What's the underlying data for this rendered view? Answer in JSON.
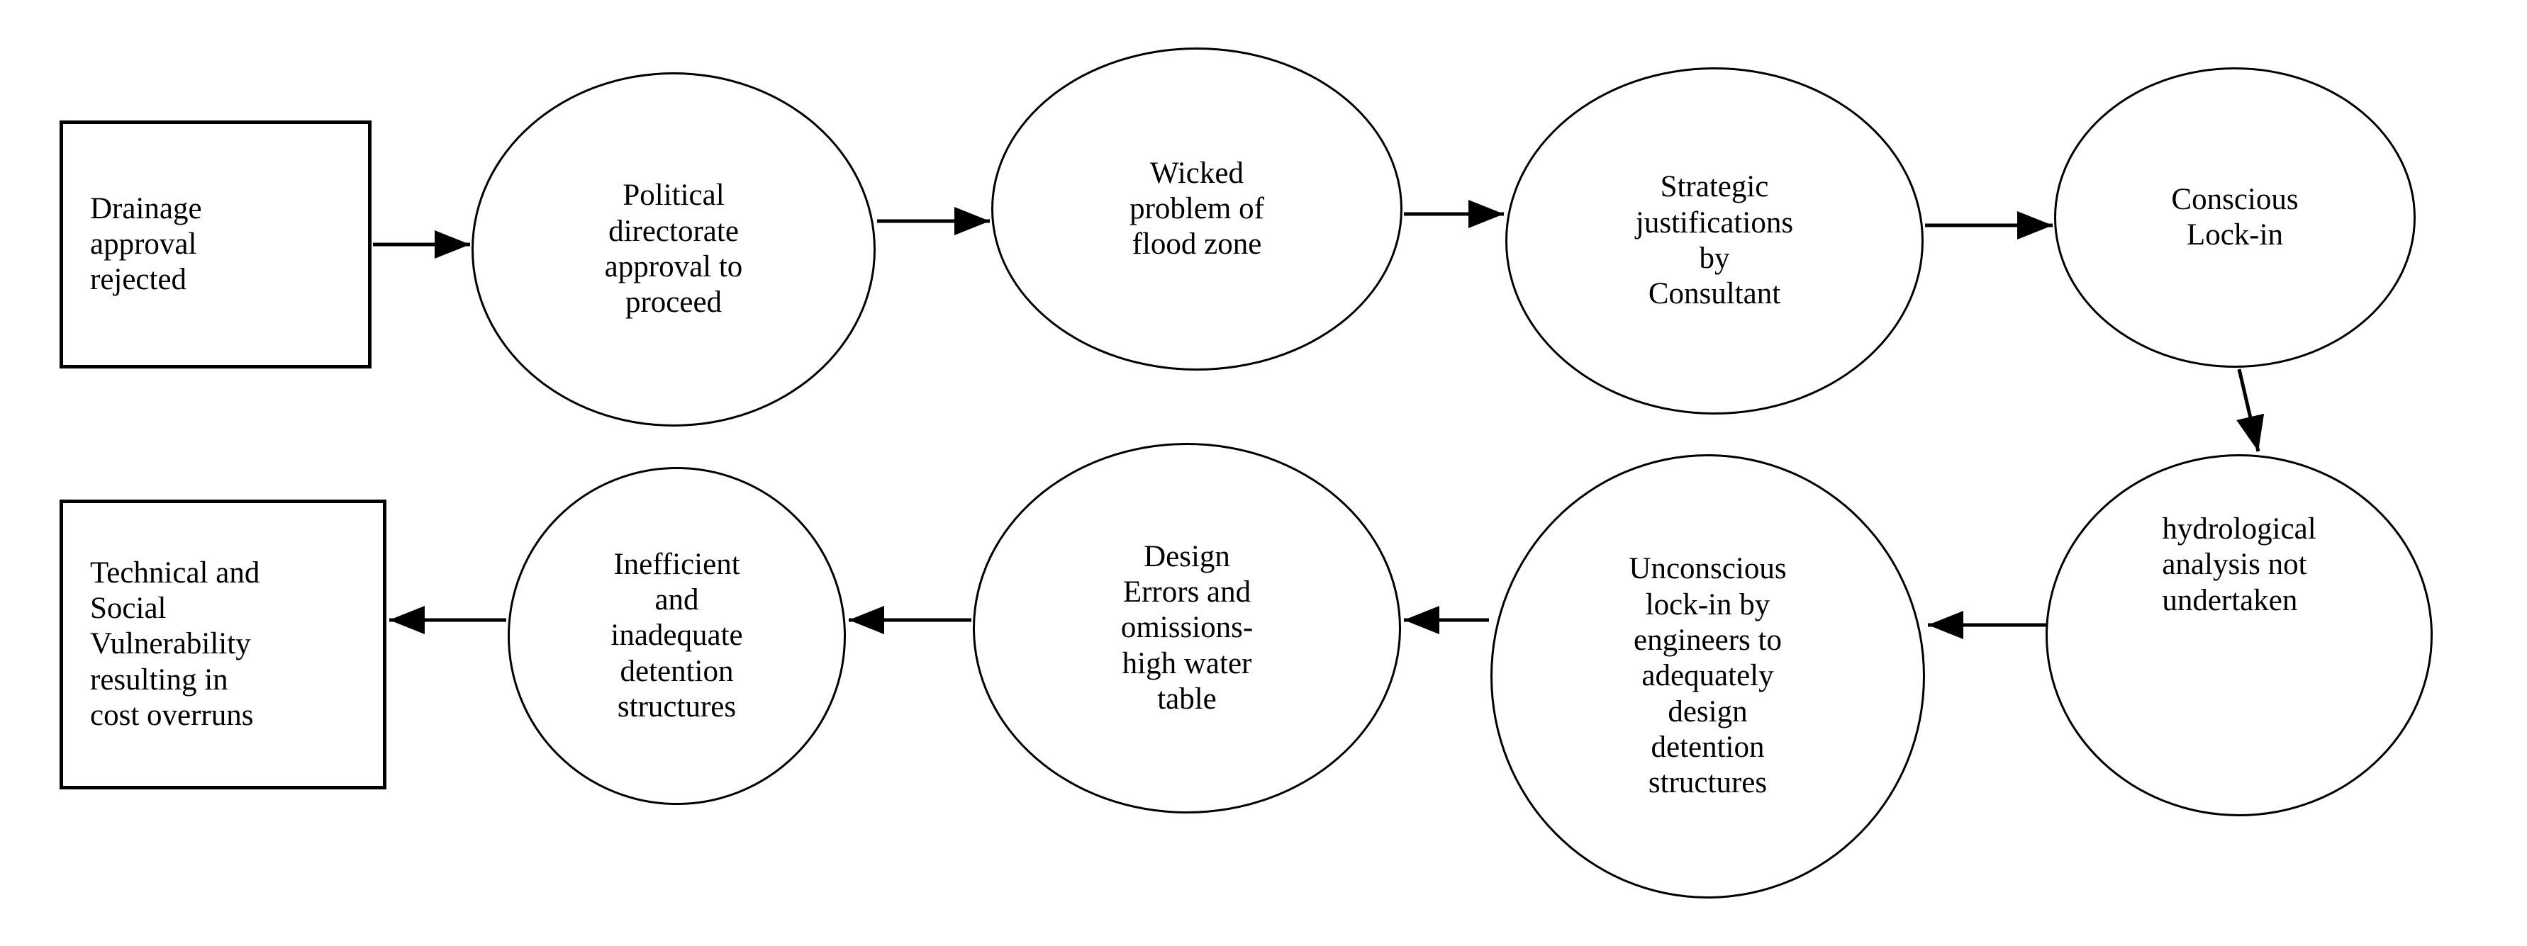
{
  "diagram": {
    "title": "Flowchart of drainage approval lock-in leading to technical and social vulnerability",
    "colors": {
      "stroke": "#000000",
      "fill": "#ffffff",
      "text": "#000000"
    },
    "nodes": [
      {
        "id": "drainage-approval-rejected",
        "shape": "rectangle",
        "label": "Drainage\napproval\nrejected"
      },
      {
        "id": "political-directorate-approval",
        "shape": "ellipse",
        "label": "Political\ndirectorate\napproval to\nproceed"
      },
      {
        "id": "wicked-problem-flood-zone",
        "shape": "ellipse",
        "label": "Wicked\nproblem of\nflood zone"
      },
      {
        "id": "strategic-justifications",
        "shape": "ellipse",
        "label": "Strategic\njustifications\nby\nConsultant"
      },
      {
        "id": "conscious-lock-in",
        "shape": "ellipse",
        "label": "Conscious\nLock-in"
      },
      {
        "id": "hydrological-analysis-not-undertaken",
        "shape": "ellipse",
        "label": "hydrological\nanalysis not\nundertaken"
      },
      {
        "id": "unconscious-lock-in-engineers",
        "shape": "ellipse",
        "label": "Unconscious\nlock-in by\nengineers to\nadequately\ndesign\ndetention\nstructures"
      },
      {
        "id": "design-errors-omissions",
        "shape": "ellipse",
        "label": "Design\nErrors and\nomissions-\nhigh water\ntable"
      },
      {
        "id": "inefficient-inadequate-detention",
        "shape": "ellipse",
        "label": "Inefficient\nand\ninadequate\ndetention\nstructures"
      },
      {
        "id": "technical-social-vulnerability",
        "shape": "rectangle",
        "label": "Technical and\nSocial\nVulnerability\nresulting in\ncost overruns"
      }
    ],
    "edges": [
      {
        "from": "drainage-approval-rejected",
        "to": "political-directorate-approval"
      },
      {
        "from": "political-directorate-approval",
        "to": "wicked-problem-flood-zone"
      },
      {
        "from": "wicked-problem-flood-zone",
        "to": "strategic-justifications"
      },
      {
        "from": "strategic-justifications",
        "to": "conscious-lock-in"
      },
      {
        "from": "conscious-lock-in",
        "to": "hydrological-analysis-not-undertaken"
      },
      {
        "from": "hydrological-analysis-not-undertaken",
        "to": "unconscious-lock-in-engineers"
      },
      {
        "from": "unconscious-lock-in-engineers",
        "to": "design-errors-omissions"
      },
      {
        "from": "design-errors-omissions",
        "to": "inefficient-inadequate-detention"
      },
      {
        "from": "inefficient-inadequate-detention",
        "to": "technical-social-vulnerability"
      }
    ]
  }
}
